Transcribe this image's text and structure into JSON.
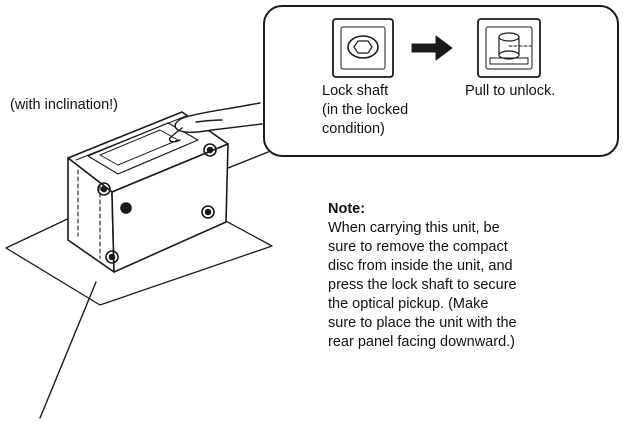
{
  "diagram": {
    "inclination_caption": "(with inclination!)",
    "callout": {
      "lock_icon": "lock-shaft-icon",
      "arrow_icon": "right-arrow-icon",
      "unlock_icon": "unlocked-shaft-icon",
      "lock_label": "Lock shaft",
      "lock_sublabel_1": "(in the locked",
      "lock_sublabel_2": "condition)",
      "unlock_label": "Pull to unlock."
    },
    "note": {
      "title": "Note:",
      "lines": [
        "When carrying this unit, be",
        "sure to remove the compact",
        "disc from inside the unit, and",
        "press the lock shaft to secure",
        "the optical pickup. (Make",
        "sure to place the unit with the",
        "rear panel facing downward.)"
      ]
    },
    "line_color": "#1a1a1a"
  }
}
